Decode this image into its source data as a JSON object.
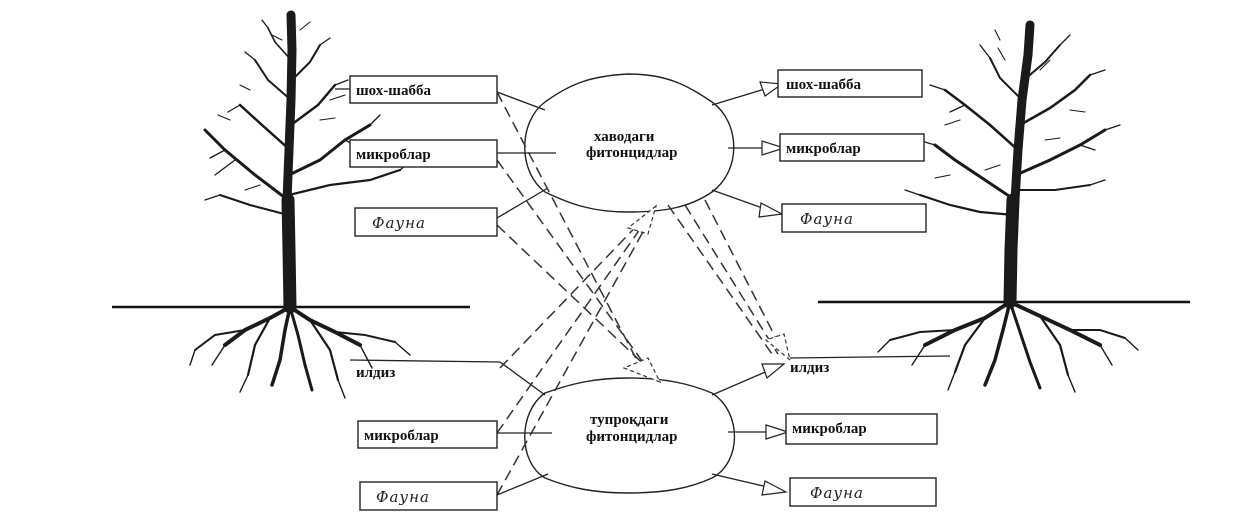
{
  "left_labels": {
    "crown": "шох-шабба",
    "microbes": "микроблар",
    "fauna": "Фауна",
    "roots": "илдиз",
    "soil_microbes": "микроблар",
    "soil_fauna": "Фауна"
  },
  "right_labels": {
    "crown": "шох-шабба",
    "microbes": "микроблар",
    "fauna": "Фауна",
    "roots": "илдиз",
    "soil_microbes": "микроблар",
    "soil_fauna": "Фауна"
  },
  "air_phytoncides": {
    "line1": "хаводаги",
    "line2": "фитонцидлар"
  },
  "soil_phytoncides": {
    "line1": "тупроқдаги",
    "line2": "фитонцидлар"
  }
}
